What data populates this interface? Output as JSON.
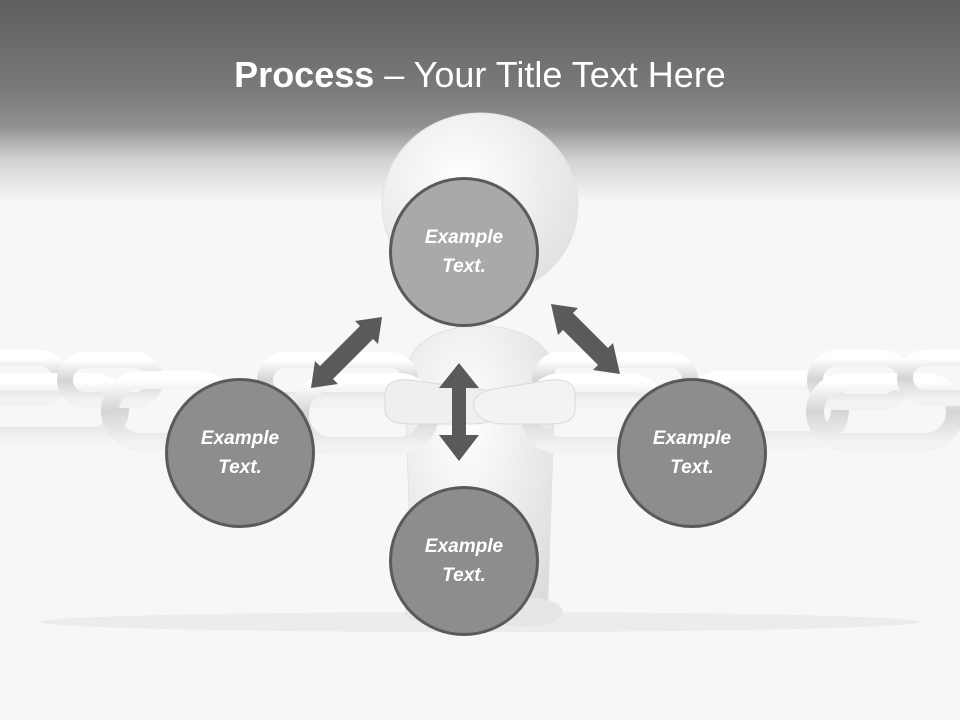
{
  "slide": {
    "title_bold": "Process",
    "title_rest": " – Your Title Text Here"
  },
  "nodes": {
    "top": {
      "line1": "Example",
      "line2": "Text."
    },
    "left": {
      "line1": "Example",
      "line2": "Text."
    },
    "right": {
      "line1": "Example",
      "line2": "Text."
    },
    "bottom": {
      "line1": "Example",
      "line2": "Text."
    }
  },
  "colors": {
    "header_dark": "#5e5e5e",
    "circle_fill": "#8d8d8d",
    "circle_fill_top": "#a9a9a9",
    "circle_border": "#5a5a5a",
    "arrow": "#5a5a5a"
  }
}
